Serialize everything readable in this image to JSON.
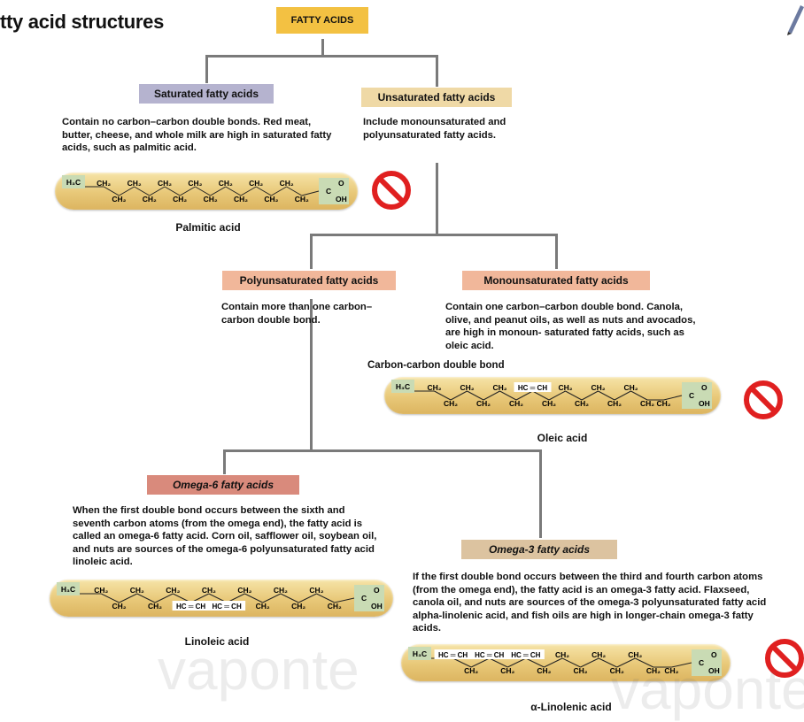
{
  "title": "tty acid structures",
  "root": {
    "label": "FATTY ACIDS",
    "color": "#f3c142"
  },
  "saturated": {
    "label": "Saturated fatty acids",
    "color": "#b5b3cf",
    "desc": "Contain no carbon–carbon double bonds. Red meat, butter, cheese, and whole milk are high in saturated fatty acids, such as palmitic acid.",
    "molecule_name": "Palmitic acid",
    "start": "H₃C",
    "top": [
      "CH₂",
      "CH₂",
      "CH₂",
      "CH₂",
      "CH₂",
      "CH₂",
      "CH₂"
    ],
    "bottom": [
      "CH₂",
      "CH₂",
      "CH₂",
      "CH₂",
      "CH₂",
      "CH₂",
      "CH₂"
    ]
  },
  "unsaturated": {
    "label": "Unsaturated fatty acids",
    "color": "#efd9a6",
    "desc": "Include monounsaturated and polyunsaturated fatty acids."
  },
  "poly": {
    "label": "Polyunsaturated fatty acids",
    "color": "#f1b79a",
    "desc": "Contain more than one carbon–carbon double bond."
  },
  "mono": {
    "label": "Monounsaturated fatty acids",
    "color": "#f1b79a",
    "desc": "Contain one carbon–carbon double bond. Canola, olive, and peanut oils, as well as nuts and avocados, are high in monoun- saturated fatty acids, such as oleic acid.",
    "double_bond_label": "Carbon-carbon double bond",
    "molecule_name": "Oleic acid",
    "start": "H₃C",
    "top": [
      "CH₂",
      "CH₂",
      "CH₂",
      "HC ═ CH",
      "CH₂",
      "CH₂",
      "CH₂"
    ],
    "bottom": [
      "CH₂",
      "CH₂",
      "CH₂",
      "CH₂",
      "CH₂",
      "CH₂",
      "CH₂",
      "CH₂"
    ]
  },
  "omega6": {
    "label": "Omega-6 fatty acids",
    "color": "#d98a7c",
    "desc": "When the first double bond occurs between the sixth and seventh carbon atoms (from the omega end), the fatty acid is called an omega-6 fatty acid. Corn oil, safflower oil, soybean oil, and nuts are sources of the omega-6 polyunsaturated fatty acid linoleic acid.",
    "molecule_name": "Linoleic acid",
    "start": "H₃C",
    "top": [
      "CH₂",
      "CH₂",
      "CH₂",
      "CH₂",
      "CH₂",
      "CH₂",
      "CH₂"
    ],
    "bottom": [
      "CH₂",
      "CH₂",
      "HC ═ CH",
      "HC ═ CH",
      "CH₂",
      "CH₂",
      "CH₂"
    ]
  },
  "omega3": {
    "label": "Omega-3 fatty acids",
    "color": "#dcc3a0",
    "desc": "If the first double bond occurs between the third and fourth carbon atoms (from the omega end), the fatty acid is an omega-3 fatty acid. Flaxseed, canola oil, and nuts are sources of the omega-3 polyunsaturated fatty acid alpha-linolenic acid, and fish oils are high in longer-chain omega-3 fatty acids.",
    "molecule_name": "α-Linolenic acid",
    "start": "H₃C",
    "top": [
      "HC ═ CH",
      "HC ═ CH",
      "HC ═ CH",
      "CH₂",
      "CH₂",
      "CH₂"
    ],
    "bottom": [
      "CH₂",
      "CH₂",
      "CH₂",
      "CH₂",
      "CH₂",
      "CH₂",
      "CH₂"
    ]
  },
  "carboxyl": {
    "top": "O",
    "c": "C",
    "bottom": "OH"
  },
  "watermark": "vaponte",
  "colors": {
    "connector": "#7a7a7a",
    "nosign": "#e02020",
    "capsule": "#e8c878",
    "endcap": "#c9dbb4"
  }
}
